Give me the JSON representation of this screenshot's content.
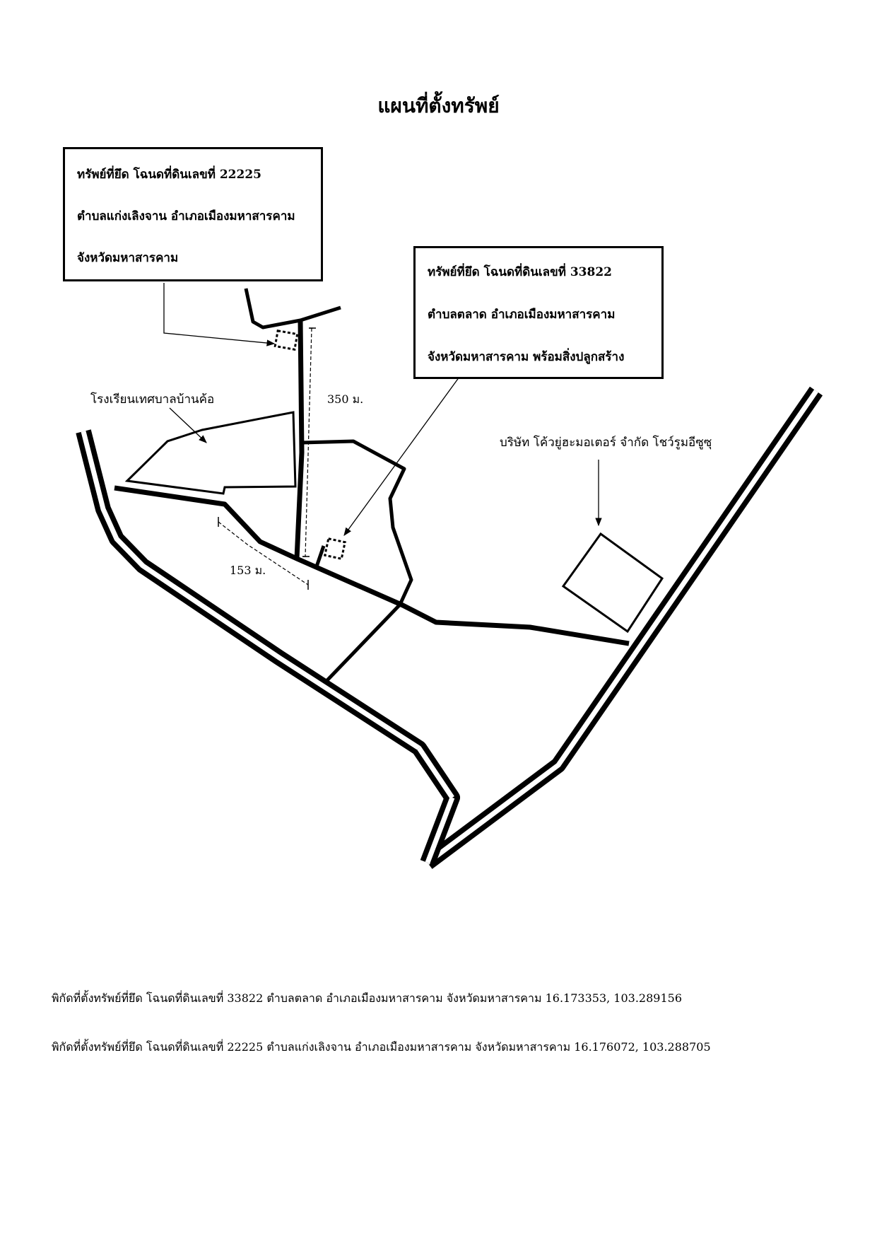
{
  "title": "แผนที่ตั้งทรัพย์",
  "property_22225": {
    "line1": "ทรัพย์ที่ยึด โฉนดที่ดินเลขที่ 22225",
    "line2": "ตำบลแก่งเลิงจาน  อำเภอเมืองมหาสารคาม",
    "line3": "จังหวัดมหาสารคาม"
  },
  "property_33822": {
    "line1": "ทรัพย์ที่ยึด โฉนดที่ดินเลขที่ 33822",
    "line2": "ตำบลตลาด  อำเภอเมืองมหาสารคาม",
    "line3": "จังหวัดมหาสารคาม พร้อมสิ่งปลูกสร้าง"
  },
  "landmarks": {
    "school": "โรงเรียนเทศบาลบ้านค้อ",
    "dealer": "บริษัท โค้วยู่ฮะมอเตอร์ จำกัด โชว์รูมอีซูซุ"
  },
  "distances": {
    "north": "350 ม.",
    "west": "153 ม."
  },
  "coordinates": {
    "line1": "พิกัดที่ตั้งทรัพย์ที่ยึด โฉนดที่ดินเลขที่ 33822 ตำบลตลาด อำเภอเมืองมหาสารคาม จังหวัดมหาสารคาม 16.173353, 103.289156",
    "line2": "พิกัดที่ตั้งทรัพย์ที่ยึด โฉนดที่ดินเลขที่ 22225 ตำบลแก่งเลิงจาน อำเภอเมืองมหาสารคาม จังหวัดมหาสารคาม 16.176072, 103.288705"
  }
}
